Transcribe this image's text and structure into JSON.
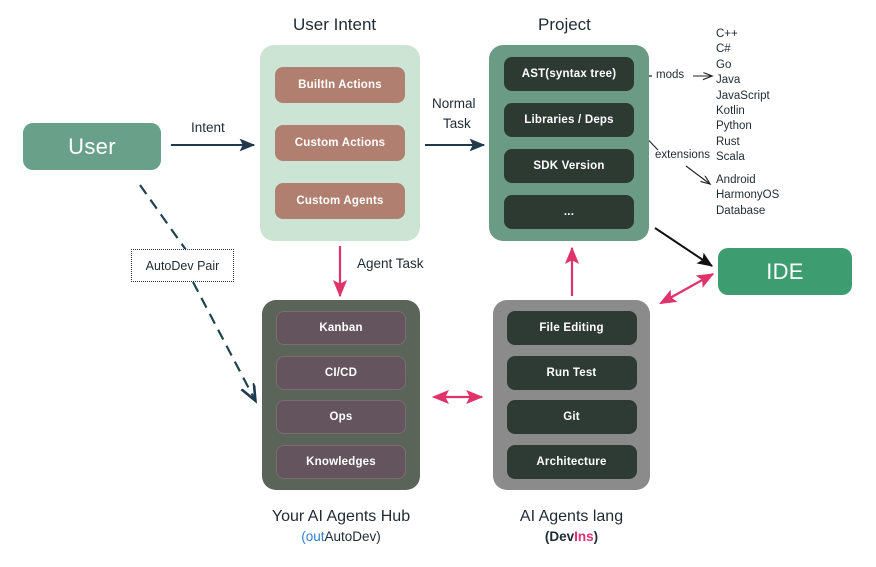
{
  "diagram": {
    "title": "AutoDev architecture flow",
    "colors": {
      "user_box": "#69a08a",
      "ide_box": "#3d9c70",
      "intent_panel": "#cbe4d3",
      "intent_chip": "#b07f6f",
      "project_panel": "#6c9b85",
      "project_chip": "#2c3a31",
      "hub_panel": "#5b6458",
      "hub_chip": "#64545d",
      "lang_panel": "#8b8b8b",
      "lang_chip": "#2e3b34",
      "arrow_dark": "#1f3a4d",
      "arrow_pink": "#e0326b",
      "arrow_black": "#000000",
      "accent_blue": "#2f7fd4"
    }
  },
  "nodes": {
    "user": {
      "label": "User"
    },
    "ide": {
      "label": "IDE"
    }
  },
  "groups": {
    "user_intent": {
      "title": "User Intent",
      "items": [
        {
          "label": "BuiltIn Actions"
        },
        {
          "label": "Custom Actions"
        },
        {
          "label": "Custom Agents"
        }
      ]
    },
    "project": {
      "title": "Project",
      "items": [
        {
          "label": "AST(syntax tree)"
        },
        {
          "label": "Libraries / Deps"
        },
        {
          "label": "SDK Version"
        },
        {
          "label": "..."
        }
      ]
    },
    "agents_hub": {
      "title": "Your AI Agents Hub",
      "subtitle_prefix": "(out",
      "subtitle_suffix": "AutoDev)",
      "items": [
        {
          "label": "Kanban"
        },
        {
          "label": "CI/CD"
        },
        {
          "label": "Ops"
        },
        {
          "label": "Knowledges"
        }
      ]
    },
    "agents_lang": {
      "title": "AI Agents lang",
      "subtitle_prefix": "(Dev",
      "subtitle_accent": "Ins",
      "subtitle_suffix": ")",
      "items": [
        {
          "label": "File Editing"
        },
        {
          "label": "Run Test"
        },
        {
          "label": "Git"
        },
        {
          "label": "Architecture"
        }
      ]
    }
  },
  "edge_labels": {
    "intent": "Intent",
    "normal_task_line1": "Normal",
    "normal_task_line2": "Task",
    "agent_task": "Agent Task",
    "mods": "mods",
    "extensions": "extensions",
    "autodev_pair": "AutoDev Pair"
  },
  "lists": {
    "mods_languages": "C++\nC#\nGo\nJava\nJavaScript\nKotlin\nPython\nRust\nScala",
    "extensions_items": "Android\nHarmonyOS\nDatabase"
  }
}
